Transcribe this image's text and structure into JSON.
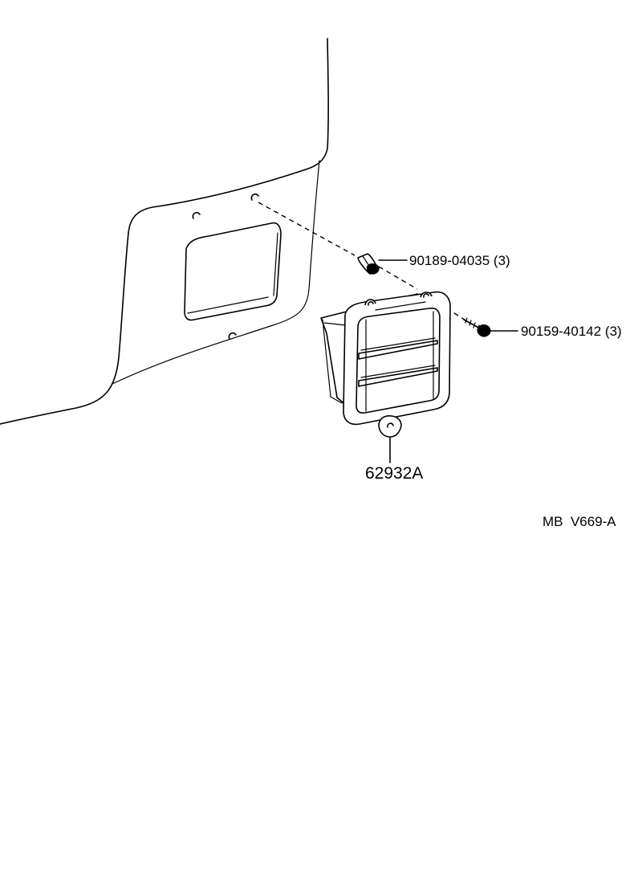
{
  "labels": {
    "screw_part": "90189-04035 (3)",
    "tapping_screw_part": "90159-40142 (3)",
    "louver_part": "62932A",
    "diagram_code": "MB  V669-A"
  }
}
